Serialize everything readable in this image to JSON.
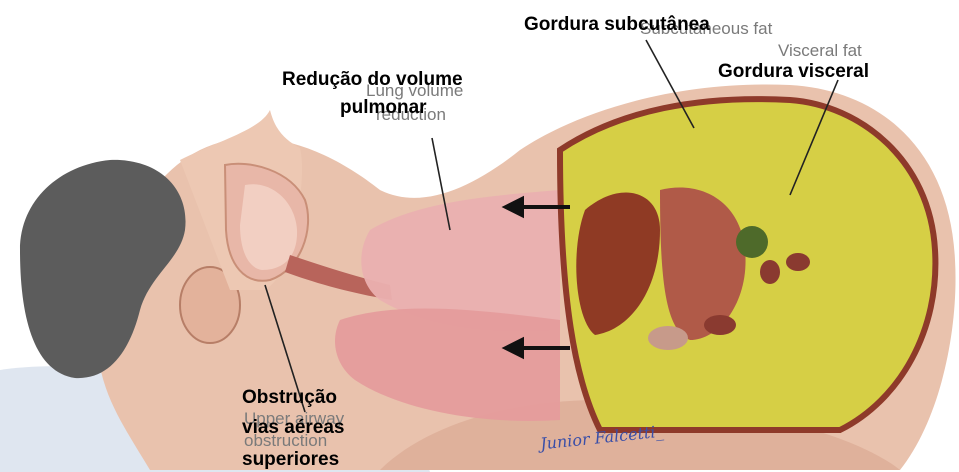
{
  "labels_en": {
    "subcutaneous_fat": "Subcutaneous fat",
    "visceral_fat": "Visceral fat",
    "lung_volume_line1": "Lung volume",
    "lung_volume_line2": "reduction",
    "upper_airway_line1": "Upper airway",
    "upper_airway_line2": "obstruction"
  },
  "labels_pt": {
    "subcutaneous_fat": "Gordura subcutânea",
    "visceral_fat": "Gordura visceral",
    "lung_volume_line1": "Redução do volume",
    "lung_volume_line2": "pulmonar",
    "upper_airway_line1": "Obstrução",
    "upper_airway_line2": "vias aéreas",
    "upper_airway_line3": "superiores"
  },
  "signature": "Junior Falcetti_",
  "colors": {
    "skin": "#e8bfa9",
    "skin_shadow": "#c98f78",
    "hair": "#5a5a5a",
    "fat": "#d8d24a",
    "lung": "#e7a3a3",
    "organ": "#9a3d2c",
    "pillow": "#d9e2ee"
  }
}
